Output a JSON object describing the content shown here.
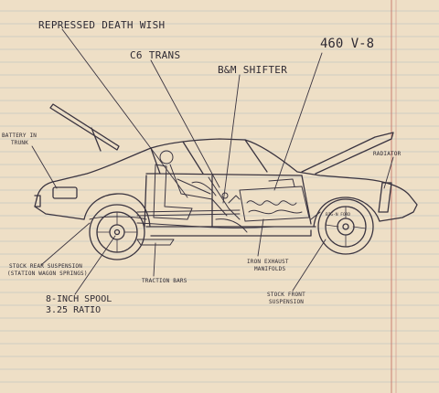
{
  "colors": {
    "paper": "#eedfc6",
    "rule": "#9fb2bf",
    "margin": "#c97f72",
    "ink": "#3a3440"
  },
  "labels": {
    "death_wish": "REPRESSED DEATH WISH",
    "c6_trans": "C6 TRANS",
    "bm_shifter": "B&M SHIFTER",
    "v8": "460 V-8",
    "battery_1": "BATTERY IN",
    "battery_2": "TRUNK",
    "radiator": "RADIATOR",
    "rear_susp_1": "STOCK REAR SUSPENSION",
    "rear_susp_2": "(STATION WAGON SPRINGS)",
    "spool_1": "8-INCH SPOOL",
    "spool_2": "3.25 RATIO",
    "traction": "TRACTION BARS",
    "exhaust_1": "IRON EXHAUST",
    "exhaust_2": "MANIFOLDS",
    "front_susp_1": "STOCK FRONT",
    "front_susp_2": "SUSPENSION",
    "tire": "BIG-N FORD"
  }
}
